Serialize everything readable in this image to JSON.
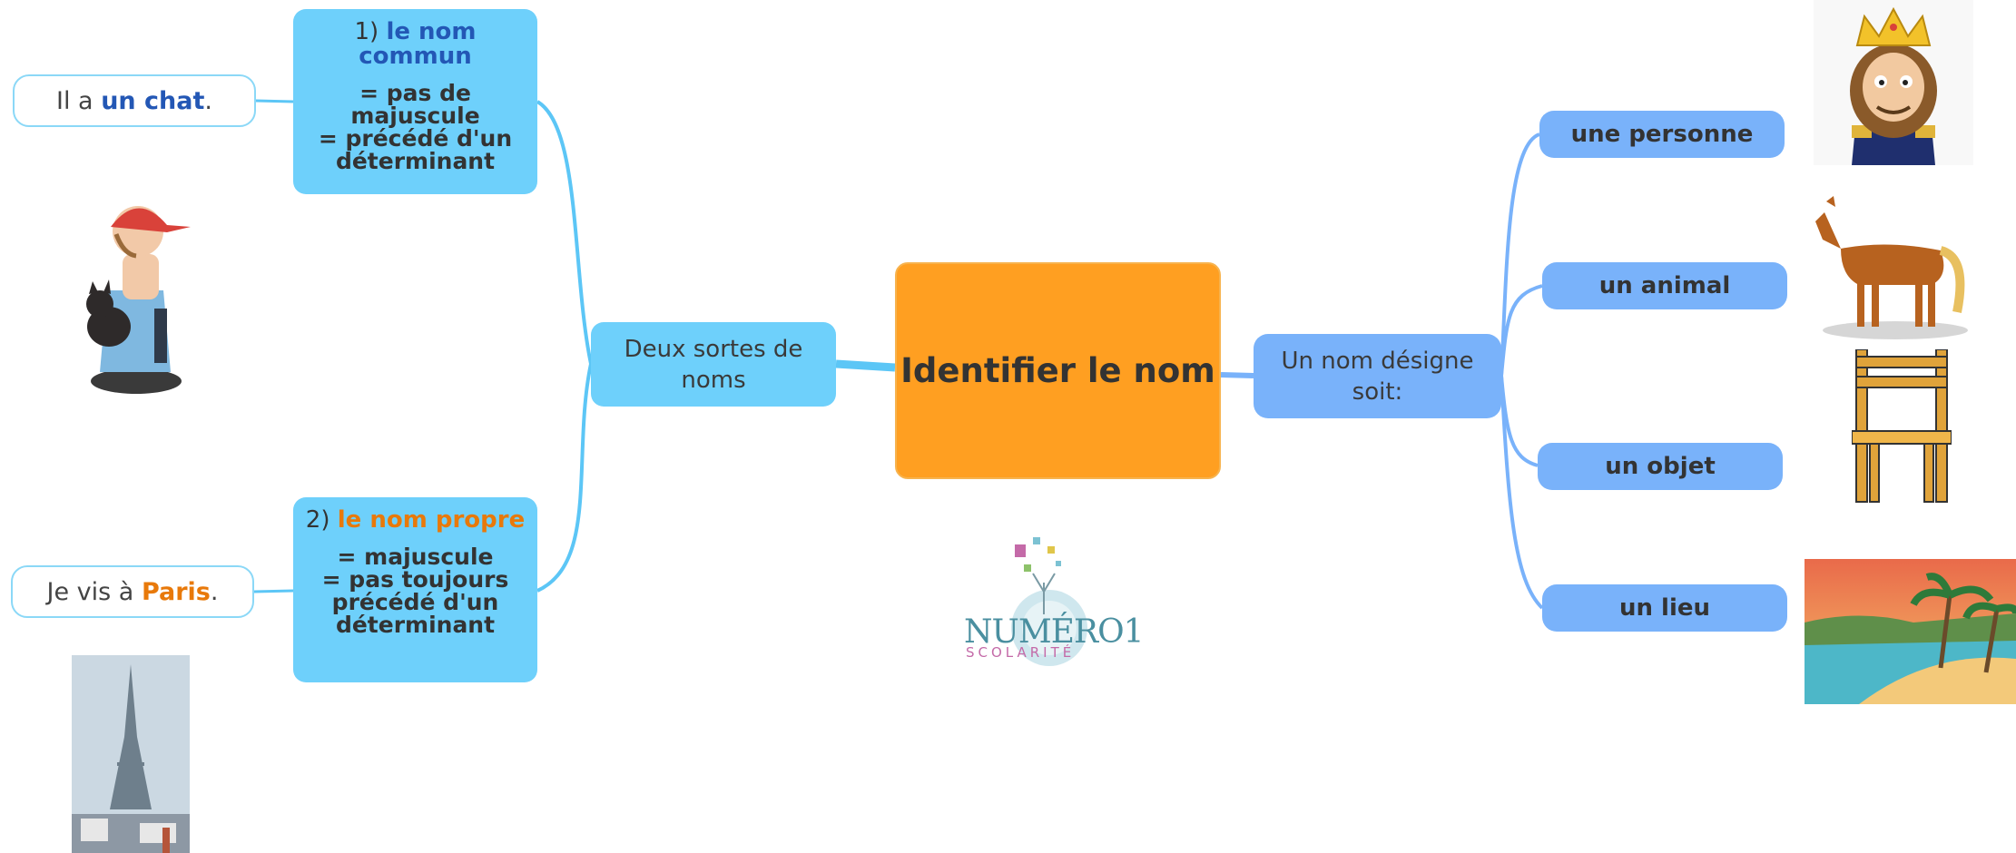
{
  "central": {
    "label": "Identifier le nom"
  },
  "left_branch": {
    "label": "Deux sortes de noms",
    "children": [
      {
        "number": "1)",
        "name": "le nom commun",
        "rules": [
          "= pas de majuscule",
          "= précédé d'un déterminant"
        ],
        "example": {
          "before": "Il a ",
          "word": "un chat",
          "after": "."
        },
        "color": "#2357B5"
      },
      {
        "number": "2)",
        "name": "le nom propre",
        "rules": [
          "= majuscule",
          "= pas toujours précédé d'un déterminant"
        ],
        "example": {
          "before": "Je vis à ",
          "word": "Paris",
          "after": "."
        },
        "color": "#E8790A"
      }
    ]
  },
  "right_branch": {
    "label": "Un nom désigne soit:",
    "items": [
      {
        "label": "une personne",
        "icon": "king-icon"
      },
      {
        "label": "un animal",
        "icon": "horse-icon"
      },
      {
        "label": "un objet",
        "icon": "chair-icon"
      },
      {
        "label": "un lieu",
        "icon": "beach-icon"
      }
    ]
  },
  "logo": {
    "title": "NUMÉRO1",
    "subtitle": "SCOLARITÉ"
  },
  "colors": {
    "central": "#FF9F21",
    "left": "#6ED0FB",
    "right": "#79B2FA",
    "connector_left": "#5CC6F6",
    "connector_right": "#79B2FA"
  }
}
